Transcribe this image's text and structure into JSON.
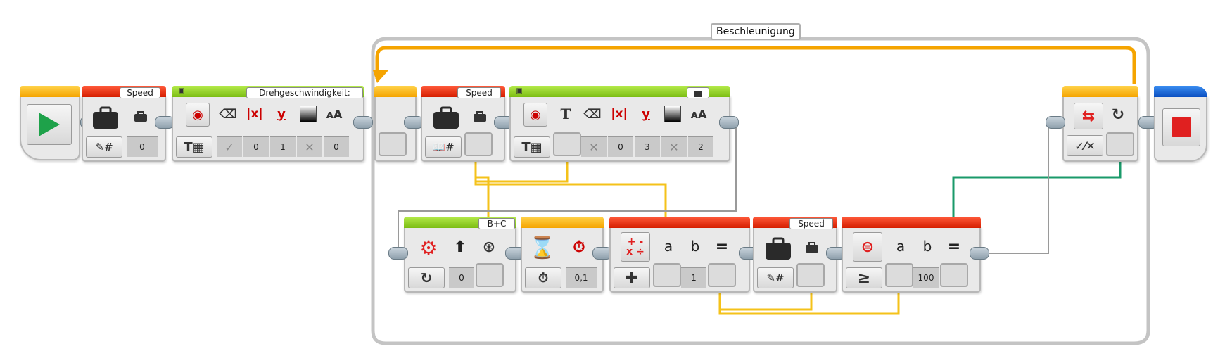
{
  "loop": {
    "label": "Beschleunigung"
  },
  "start": {
    "icon": "play-icon"
  },
  "var_speed_1": {
    "label": "Speed",
    "value": "0"
  },
  "display_1": {
    "label": "Drehgeschwindigkeit:",
    "values": [
      "0",
      "1",
      "0"
    ]
  },
  "var_speed_2": {
    "label": "Speed"
  },
  "display_2": {
    "values": [
      "0",
      "3",
      "2"
    ]
  },
  "steering": {
    "label": "B+C",
    "value": "0"
  },
  "wait": {
    "value": "0,1"
  },
  "math": {
    "a": "a",
    "b": "b",
    "eq": "=",
    "value_b": "1",
    "ops": "+ -\nx ÷"
  },
  "var_speed_3": {
    "label": "Speed"
  },
  "compare": {
    "a": "a",
    "b": "b",
    "eq": "=",
    "value_b": "100"
  },
  "colors": {
    "wire_yellow": "#f4c21a",
    "wire_green": "#1a9a6a",
    "loop_orange": "#f5a400",
    "block_red": "#d51e00",
    "block_green": "#7bbd13",
    "stop_blue": "#0a4fc0"
  }
}
